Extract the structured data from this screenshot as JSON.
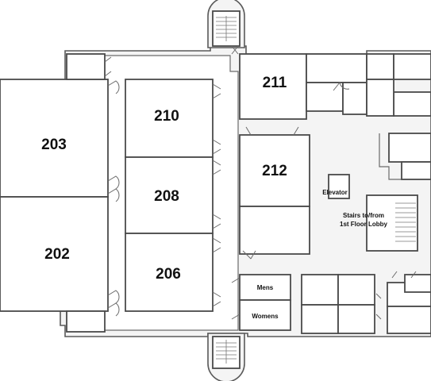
{
  "rooms": {
    "r203": "203",
    "r202": "202",
    "r210": "210",
    "r208": "208",
    "r206": "206",
    "r211": "211",
    "r212": "212",
    "elevator": "Elevator",
    "stairs_line1": "Stairs to/from",
    "stairs_line2": "1st Floor Lobby",
    "mens": "Mens",
    "womens": "Womens"
  },
  "colors": {
    "wall": "#5a5a5a",
    "background": "#ffffff",
    "text": "#111111"
  }
}
